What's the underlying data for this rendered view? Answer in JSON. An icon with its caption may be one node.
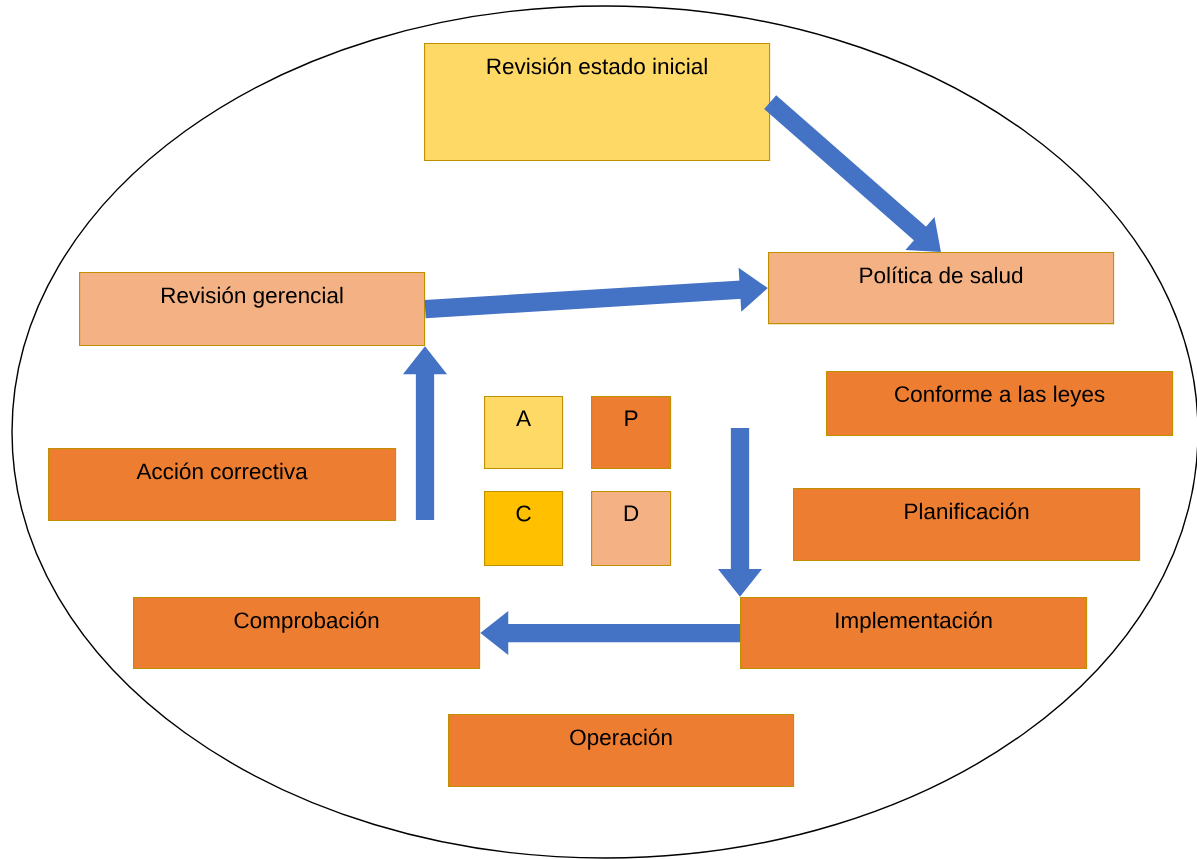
{
  "diagram": {
    "nodes": [
      {
        "text": [
          "Revisión estado inicial"
        ]
      },
      {
        "text": [
          "Política de salud"
        ]
      },
      {
        "text": [
          "Revisión gerencial"
        ]
      },
      {
        "text": [
          "Conforme a las leyes"
        ]
      },
      {
        "text": [
          "A"
        ]
      },
      {
        "text": [
          "P"
        ]
      },
      {
        "text": [
          "Acción correctiva"
        ]
      },
      {
        "text": [
          "Planificación"
        ]
      },
      {
        "text": [
          "C"
        ]
      },
      {
        "text": [
          "D"
        ]
      },
      {
        "text": [
          "Comprobación"
        ]
      },
      {
        "text": [
          "Implementación"
        ]
      },
      {
        "text": [
          "Operación"
        ]
      }
    ],
    "edges": [
      {
        "from": 0,
        "to": 1,
        "arrow": "to"
      },
      {
        "from": 2,
        "to": 1,
        "arrow": "to"
      },
      {
        "from": null,
        "to": 11,
        "arrow": "to"
      },
      {
        "from": 11,
        "to": 10,
        "arrow": "to"
      },
      {
        "from": null,
        "to": 2,
        "arrow": "to"
      }
    ]
  }
}
